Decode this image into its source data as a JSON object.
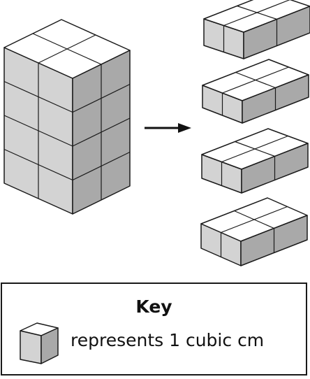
{
  "diagram": {
    "prism": {
      "columns": 2,
      "rows": 2,
      "layers": 4
    },
    "layer_count": 4,
    "layer": {
      "columns": 3,
      "rows": 2
    }
  },
  "colors": {
    "cube_front": "#d3d3d3",
    "cube_top": "#ffffff",
    "cube_side": "#a9a9a9",
    "edge": "#1a1a1a",
    "arrow": "#111111"
  },
  "key": {
    "title": "Key",
    "description": "represents 1 cubic cm",
    "icon": "unit-cube-icon"
  }
}
